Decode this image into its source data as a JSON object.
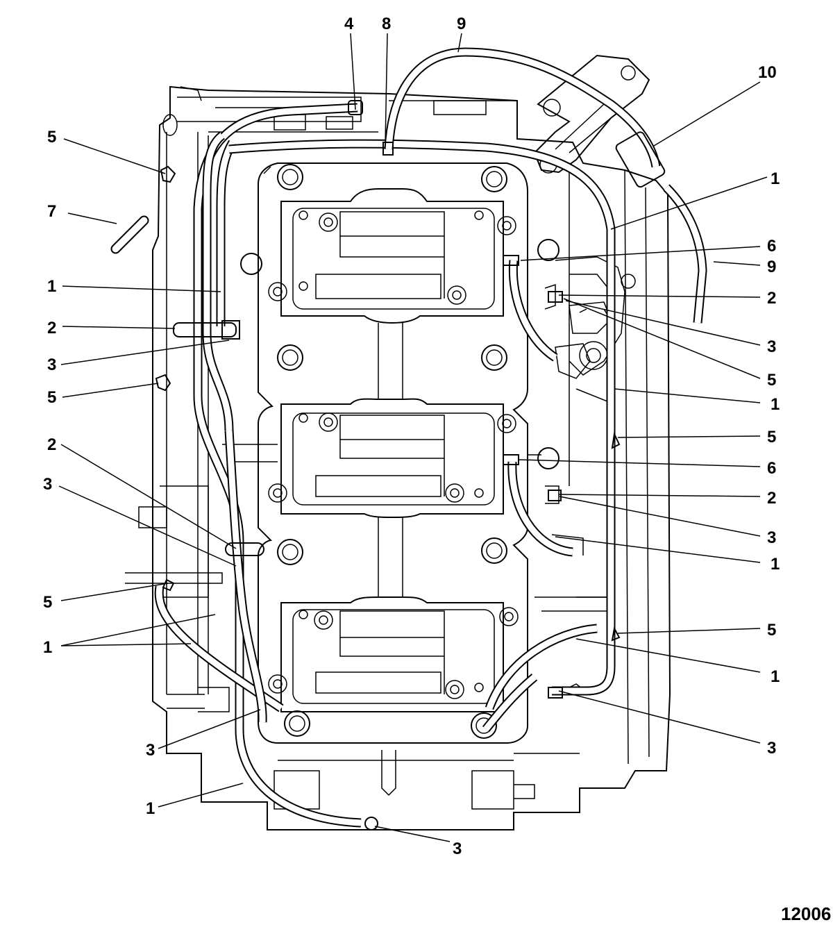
{
  "figure_number": "12006",
  "callouts": [
    {
      "label": "4"
    },
    {
      "label": "8"
    },
    {
      "label": "9"
    },
    {
      "label": "10"
    },
    {
      "label": "5"
    },
    {
      "label": "7"
    },
    {
      "label": "1"
    },
    {
      "label": "6"
    },
    {
      "label": "9"
    },
    {
      "label": "1"
    },
    {
      "label": "2"
    },
    {
      "label": "2"
    },
    {
      "label": "3"
    },
    {
      "label": "3"
    },
    {
      "label": "5"
    },
    {
      "label": "5"
    },
    {
      "label": "1"
    },
    {
      "label": "5"
    },
    {
      "label": "2"
    },
    {
      "label": "6"
    },
    {
      "label": "3"
    },
    {
      "label": "2"
    },
    {
      "label": "3"
    },
    {
      "label": "1"
    },
    {
      "label": "5"
    },
    {
      "label": "5"
    },
    {
      "label": "1"
    },
    {
      "label": "1"
    },
    {
      "label": "3"
    },
    {
      "label": "3"
    },
    {
      "label": "1"
    },
    {
      "label": "3"
    }
  ]
}
